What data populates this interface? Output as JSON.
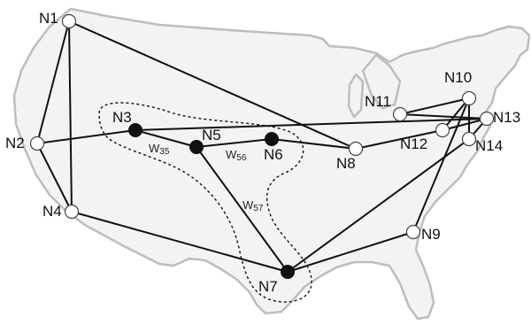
{
  "nodes": {
    "n1": "N1",
    "n2": "N2",
    "n3": "N3",
    "n4": "N4",
    "n5": "N5",
    "n6": "N6",
    "n7": "N7",
    "n8": "N8",
    "n9": "N9",
    "n10": "N10",
    "n11": "N11",
    "n12": "N12",
    "n13": "N13",
    "n14": "N14"
  },
  "weights": {
    "w35": {
      "base": "W",
      "sub": "35"
    },
    "w56": {
      "base": "W",
      "sub": "56"
    },
    "w57": {
      "base": "W",
      "sub": "57"
    }
  },
  "colors": {
    "map_fill": "#f3f3f3",
    "map_outline": "#bdbdbd",
    "link": "#111111",
    "highlighted_node": "#111111",
    "regular_node": "#ffffff"
  }
}
